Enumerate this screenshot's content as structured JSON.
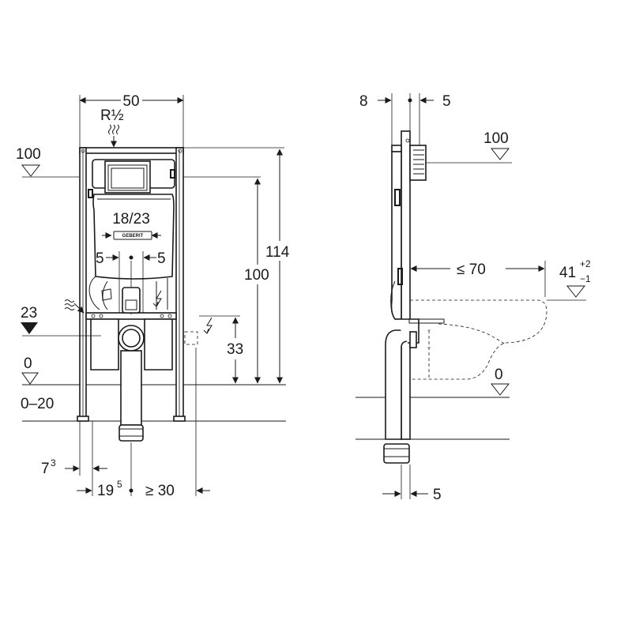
{
  "front_view": {
    "width": "50",
    "supply": "R½",
    "frame_top": "100",
    "plate_size": "18/23",
    "offset_left": "5",
    "offset_right": "5",
    "total_height": "114",
    "actuation_height": "100",
    "supply_height": "23",
    "drain_height": "33",
    "floor_level": "0",
    "foot_range": "0–20",
    "foot_offset": "7",
    "foot_offset_sup": "3",
    "drain_offset": "19",
    "drain_offset_sup": "5",
    "min_side": "≥ 30",
    "brand": "GEBERIT"
  },
  "side_view": {
    "depth_left": "8",
    "depth_right": "5",
    "top_level": "100",
    "bowl_projection": "≤ 70",
    "seat_height": "41",
    "seat_tol_plus": "+2",
    "seat_tol_minus": "−1",
    "floor_level": "0",
    "drain_offset": "5"
  },
  "colors": {
    "line": "#1a1a1a",
    "dashed": "#1a1a1a",
    "secondary": "#8a8a8a",
    "background": "#ffffff"
  },
  "icons": [
    "water-supply-icon",
    "electric-icon",
    "arrow-icon"
  ]
}
